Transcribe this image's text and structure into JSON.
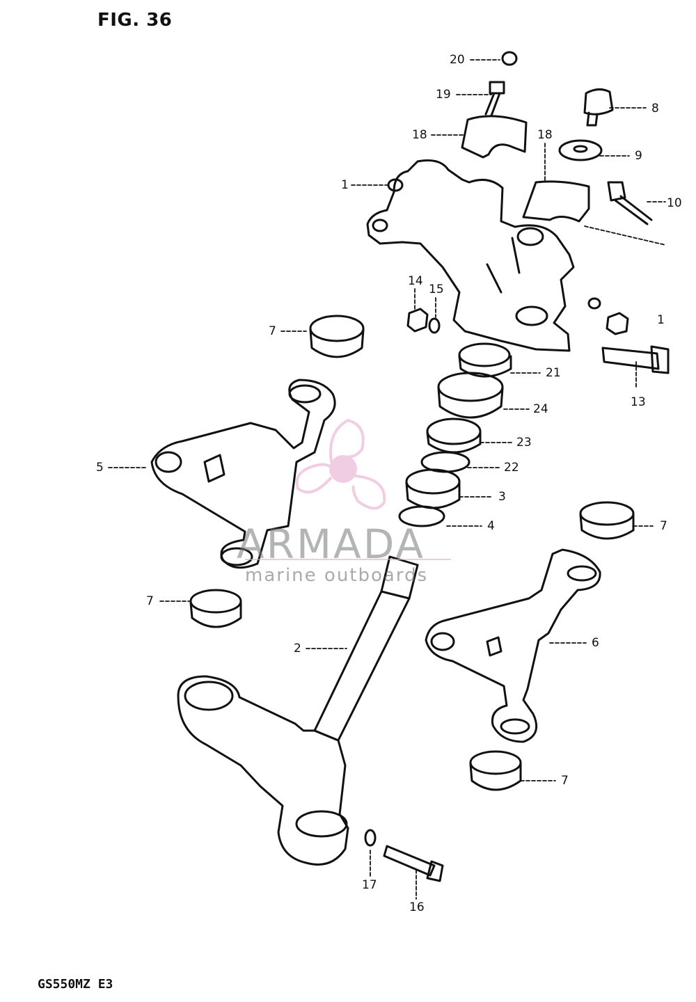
{
  "figure": {
    "title": "FIG. 36",
    "model_code": "GS550MZ  E3"
  },
  "callouts": [
    {
      "id": "c20",
      "text": "20"
    },
    {
      "id": "c19",
      "text": "19"
    },
    {
      "id": "c8",
      "text": "8"
    },
    {
      "id": "c18a",
      "text": "18"
    },
    {
      "id": "c18b",
      "text": "18"
    },
    {
      "id": "c9",
      "text": "9"
    },
    {
      "id": "c1a",
      "text": "1"
    },
    {
      "id": "c10",
      "text": "10"
    },
    {
      "id": "c14",
      "text": "14"
    },
    {
      "id": "c15",
      "text": "15"
    },
    {
      "id": "c1b",
      "text": "1"
    },
    {
      "id": "c7a",
      "text": "7"
    },
    {
      "id": "c21",
      "text": "21"
    },
    {
      "id": "c13",
      "text": "13"
    },
    {
      "id": "c24",
      "text": "24"
    },
    {
      "id": "c23",
      "text": "23"
    },
    {
      "id": "c5",
      "text": "5"
    },
    {
      "id": "c22",
      "text": "22"
    },
    {
      "id": "c3",
      "text": "3"
    },
    {
      "id": "c7b",
      "text": "7"
    },
    {
      "id": "c4",
      "text": "4"
    },
    {
      "id": "c7c",
      "text": "7"
    },
    {
      "id": "c6",
      "text": "6"
    },
    {
      "id": "c2",
      "text": "2"
    },
    {
      "id": "c7d",
      "text": "7"
    },
    {
      "id": "c17",
      "text": "17"
    },
    {
      "id": "c16",
      "text": "16"
    }
  ],
  "watermark": {
    "brand": "ARMADA",
    "tagline": "marine outboards",
    "logo_color": "#e7a6cd"
  }
}
